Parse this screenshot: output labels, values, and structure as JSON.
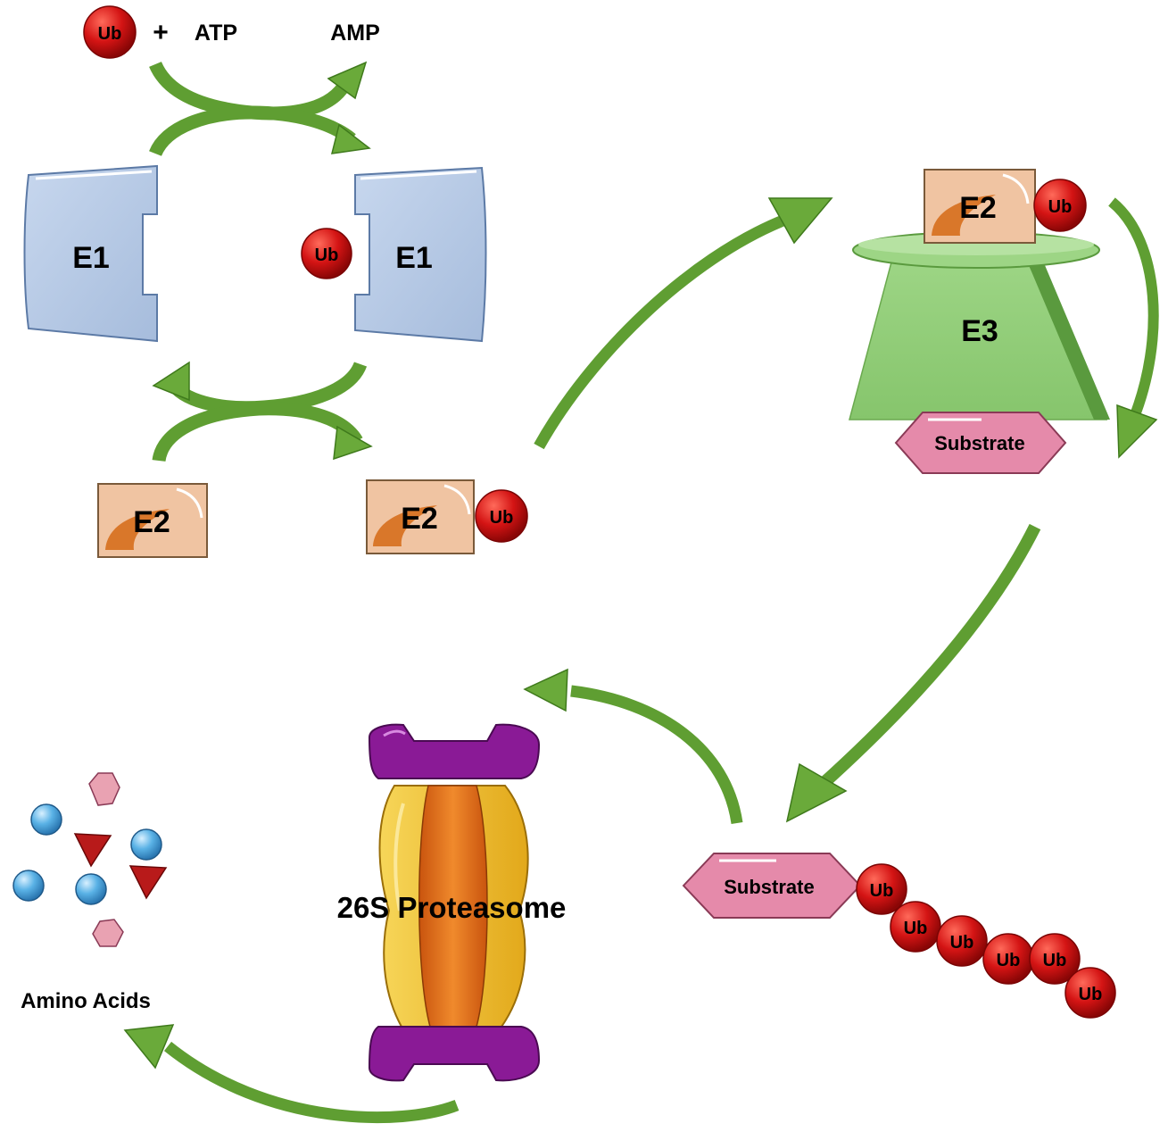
{
  "colors": {
    "arrow": "#6aaa3a",
    "arrow_dark": "#3f7a1c",
    "e1_fill": "#b8cbe6",
    "e2_fill": "#f0c4a2",
    "e2_accent": "#d9772a",
    "e3_fill": "#92cf7a",
    "ub_fill": "#d41414",
    "substrate_fill": "#e58aaa",
    "proteasome_cap": "#8a1a96",
    "proteasome_body": "#f2c232",
    "proteasome_core": "#e0701e",
    "amino_blue": "#4fa8e0",
    "amino_pink": "#e9a2b2",
    "amino_red": "#b81a1a"
  },
  "activation": {
    "ub": "Ub",
    "plus": "+",
    "atp": "ATP",
    "amp": "AMP"
  },
  "e1": {
    "left_label": "E1",
    "right_label": "E1",
    "ub": "Ub"
  },
  "e2": {
    "free_label": "E2",
    "charged_label": "E2",
    "ub": "Ub"
  },
  "e3_complex": {
    "e2_label": "E2",
    "ub": "Ub",
    "e3_label": "E3",
    "substrate": "Substrate"
  },
  "polyubiquitin": {
    "substrate": "Substrate",
    "chain": [
      "Ub",
      "Ub",
      "Ub",
      "Ub",
      "Ub",
      "Ub"
    ]
  },
  "proteasome": {
    "label": "26S Proteasome"
  },
  "amino_acids": {
    "label": "Amino Acids"
  }
}
